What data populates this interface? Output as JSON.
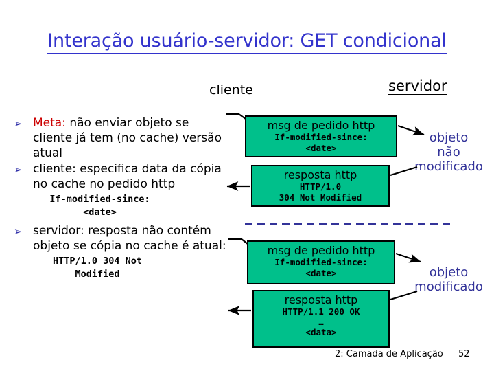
{
  "slide": {
    "title": "Interação usuário-servidor: GET condicional",
    "title_color": "#3333CC",
    "background": "#ffffff"
  },
  "columns": {
    "client_label": "cliente",
    "server_label": "servidor"
  },
  "bullets": [
    {
      "marker": "➢",
      "lead": "Meta:",
      "lead_color": "#CC0000",
      "text": " não enviar objeto se cliente já tem (no cache) versão atual"
    },
    {
      "marker": "➢",
      "lead": "",
      "lead_color": "#000000",
      "text": "cliente: especifica data da cópia no cache no pedido http"
    },
    {
      "marker": "➢",
      "lead": "",
      "lead_color": "#000000",
      "text": "servidor: resposta não contém objeto se cópia no cache é atual:"
    }
  ],
  "code_snippets": {
    "if_modified_since": "If-modified-since:\n<date>",
    "not_modified": "HTTP/1.0 304 Not\nModified"
  },
  "diagram": {
    "box_fill": "#00C08B",
    "box_border": "#000000",
    "separator_color": "#333399",
    "boxes": [
      {
        "id": "request-not-modified",
        "title": "msg de pedido http",
        "lines": [
          "If-modified-since:",
          "<date>"
        ]
      },
      {
        "id": "response-not-modified",
        "title": "resposta http",
        "lines": [
          "HTTP/1.0",
          "304 Not Modified"
        ]
      },
      {
        "id": "request-modified",
        "title": "msg de pedido http",
        "lines": [
          "If-modified-since:",
          "<date>"
        ]
      },
      {
        "id": "response-modified",
        "title": "resposta http",
        "lines": [
          "HTTP/1.1 200 OK",
          "…",
          "<data>"
        ]
      }
    ],
    "annotations": [
      {
        "id": "object-not-modified",
        "text": "objeto\nnão\nmodificado",
        "color": "#333399"
      },
      {
        "id": "object-modified",
        "text": "objeto\nmodificado",
        "color": "#333399"
      }
    ]
  },
  "footer": {
    "note": "2: Camada de Aplicação",
    "page": "52"
  }
}
